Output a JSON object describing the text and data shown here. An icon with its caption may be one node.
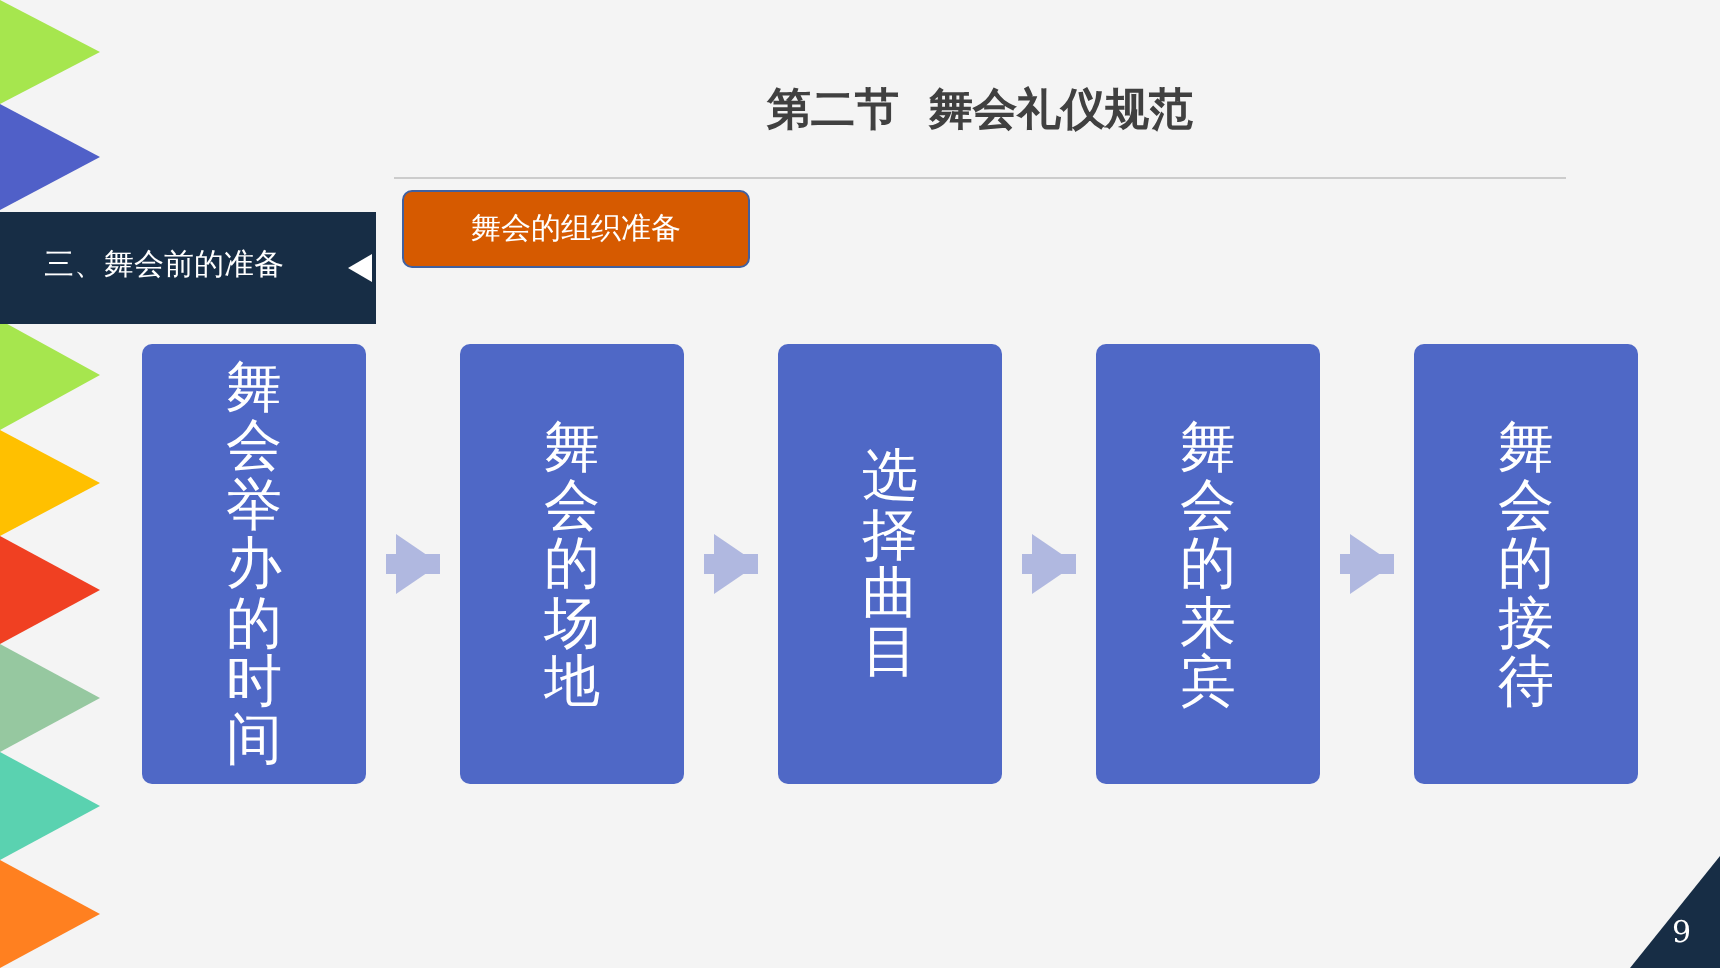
{
  "diagram": {
    "title": "第二节  舞会礼仪规范",
    "nodes": [
      {
        "text": [
          "三、舞会前的准备"
        ]
      },
      {
        "text": [
          "舞会的组织准备"
        ]
      },
      {
        "text": [
          "舞会举办的时间"
        ]
      },
      {
        "text": [
          "舞会的场地"
        ]
      },
      {
        "text": [
          "选择曲目"
        ]
      },
      {
        "text": [
          "舞会的来宾"
        ]
      },
      {
        "text": [
          "舞会的接待"
        ]
      }
    ],
    "edges": [
      {
        "from": 2,
        "to": 3,
        "arrow": "to"
      },
      {
        "from": 3,
        "to": 4,
        "arrow": "to"
      },
      {
        "from": 4,
        "to": 5,
        "arrow": "to"
      },
      {
        "from": 5,
        "to": 6,
        "arrow": "to"
      }
    ],
    "labels": [
      "9"
    ]
  }
}
